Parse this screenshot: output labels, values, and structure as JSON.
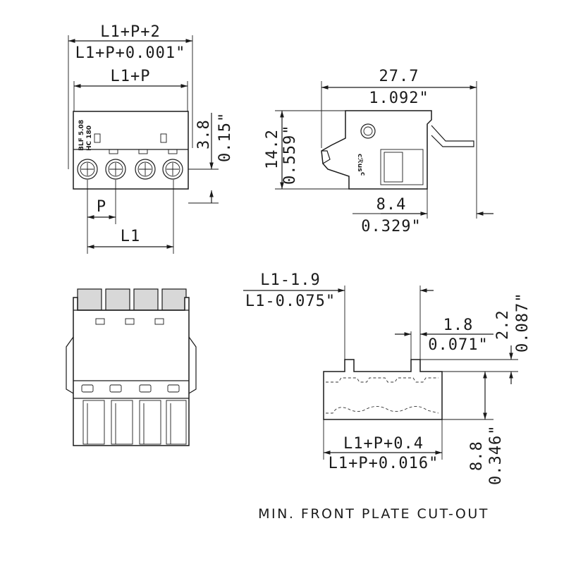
{
  "top_left_view": {
    "dim_top_metric": "L1+P+2",
    "dim_top_imperial": "L1+P+0.001\"",
    "dim_mid": "L1+P",
    "dim_height_metric": "3.8",
    "dim_height_imperial": "0.15\"",
    "dim_pitch": "P",
    "dim_bottom": "L1",
    "body_mark_line1": "BLF 5.08",
    "body_mark_line2": "HC 180"
  },
  "top_right_view": {
    "dim_width_metric": "27.7",
    "dim_width_imperial": "1.092\"",
    "dim_height_metric": "14.2",
    "dim_height_imperial": "0.559\"",
    "dim_depth_metric": "8.4",
    "dim_depth_imperial": "0.329\"",
    "cert_mark": "cℛus"
  },
  "cutout_view": {
    "dim_offset_metric": "L1-1.9",
    "dim_offset_imperial": "L1-0.075\"",
    "dim_notch_metric": "1.8",
    "dim_notch_imperial": "0.071\"",
    "dim_notch_h_metric": "2.2",
    "dim_notch_h_imperial": "0.087\"",
    "dim_width_metric": "L1+P+0.4",
    "dim_width_imperial": "L1+P+0.016\"",
    "dim_height_metric": "8.8",
    "dim_height_imperial": "0.346\""
  },
  "caption": "MIN. FRONT PLATE CUT-OUT"
}
